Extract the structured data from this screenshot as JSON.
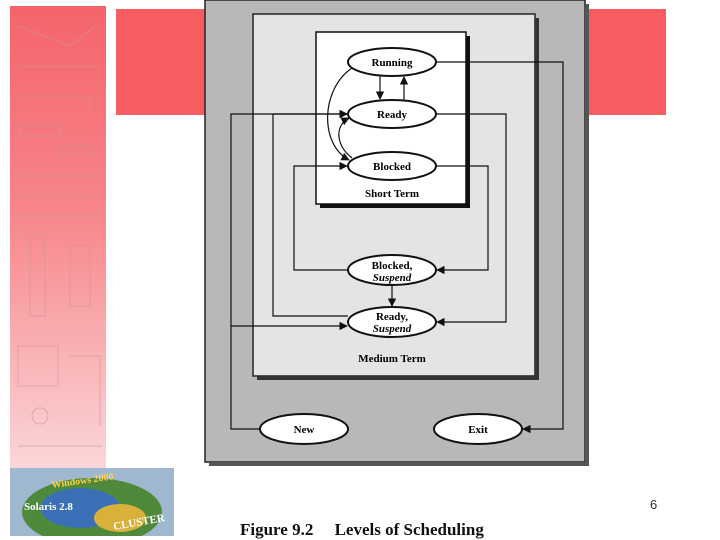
{
  "diagram": {
    "states": {
      "running": "Running",
      "ready": "Ready",
      "blocked": "Blocked",
      "blocked_suspend": [
        "Blocked,",
        "Suspend"
      ],
      "ready_suspend": [
        "Ready,",
        "Suspend"
      ],
      "new": "New",
      "exit": "Exit"
    },
    "regions": {
      "short_term": "Short Term",
      "medium_term": "Medium Term"
    }
  },
  "caption": "Figure 9.2     Levels of Scheduling",
  "slide_number": "6",
  "logo_text": {
    "line1": "Windows 2000",
    "line2": "Solaris 2.8",
    "line3": "CLUSTER"
  },
  "colors": {
    "accent_red": "#f75c61",
    "outer_panel": "#b8b8b8",
    "inner_panel": "#e4e4e4"
  }
}
